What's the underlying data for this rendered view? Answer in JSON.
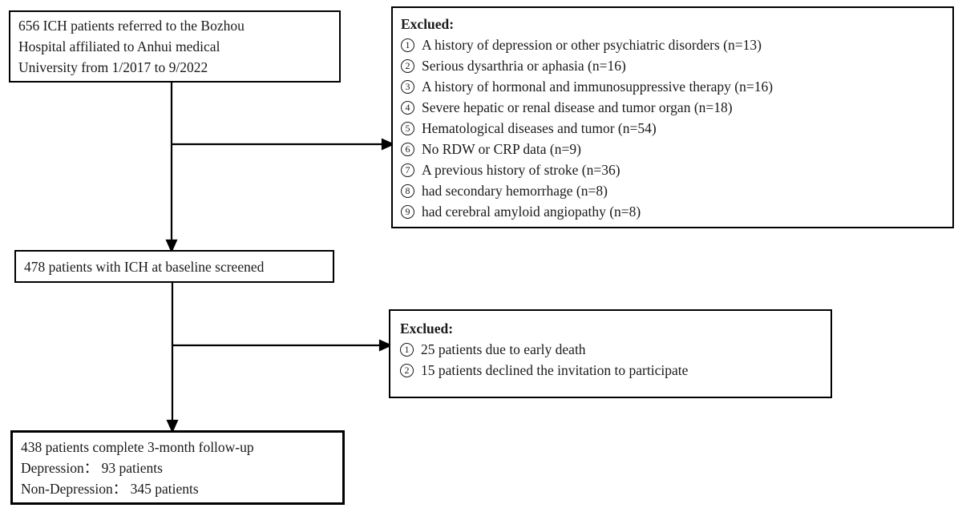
{
  "colors": {
    "line": "#000000",
    "box_border": "#000000",
    "text": "#1a1a1a",
    "background": "#ffffff"
  },
  "boxes": {
    "referred": {
      "text": "656 ICH patients referred to the Bozhou\nHospital affiliated to Anhui medical\nUniversity from 1/2017 to 9/2022"
    },
    "excluded_baseline": {
      "heading": "Exclued:",
      "items": [
        {
          "n": "1",
          "text": "A history of depression or other psychiatric disorders (n=13)"
        },
        {
          "n": "2",
          "text": "Serious dysarthria or aphasia (n=16)"
        },
        {
          "n": "3",
          "text": "A history of hormonal and immunosuppressive therapy (n=16)"
        },
        {
          "n": "4",
          "text": "Severe hepatic or renal disease and tumor organ (n=18)"
        },
        {
          "n": "5",
          "text": "Hematological diseases and tumor (n=54)"
        },
        {
          "n": "6",
          "text": "No RDW or CRP data (n=9)"
        },
        {
          "n": "7",
          "text": "A previous history of stroke (n=36)"
        },
        {
          "n": "8",
          "text": "had secondary hemorrhage (n=8)"
        },
        {
          "n": "9",
          "text": "had cerebral amyloid angiopathy (n=8)"
        }
      ]
    },
    "baseline_screened": {
      "text": "478 patients with ICH at baseline screened"
    },
    "excluded_followup": {
      "heading": "Exclued:",
      "items": [
        {
          "n": "1",
          "text": "25 patients due to early death"
        },
        {
          "n": "2",
          "text": "15 patients declined the invitation to participate"
        }
      ]
    },
    "followup": {
      "text": "438 patients complete 3-month follow-up\nDepression： 93 patients\nNon-Depression： 345 patients"
    }
  }
}
